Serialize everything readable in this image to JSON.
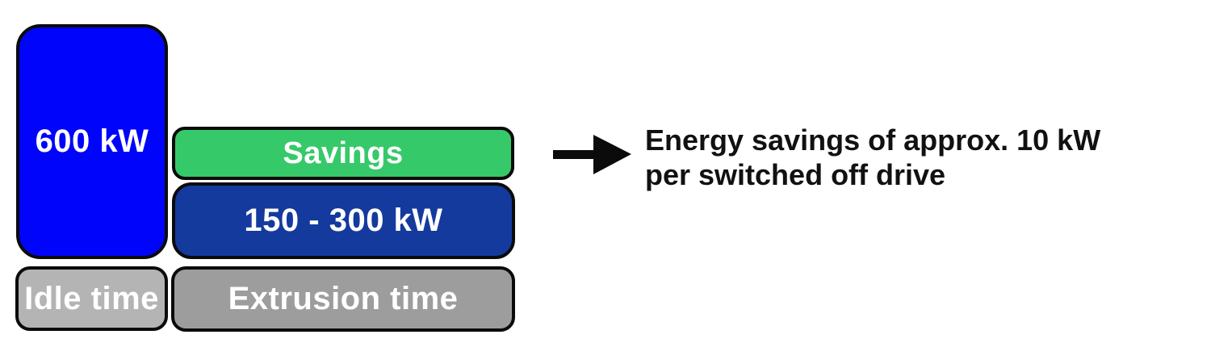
{
  "figure": {
    "bars": {
      "idle_power": {
        "label": "600 kW",
        "color": "#0104fb"
      },
      "savings": {
        "label": "Savings",
        "color": "#36c96a"
      },
      "extrusion_power": {
        "label": "150 - 300 kW",
        "color": "#143a9e"
      }
    },
    "time_axis": {
      "idle_time": {
        "label": "Idle time",
        "color": "#b4b4b4"
      },
      "extrusion_time": {
        "label": "Extrusion time",
        "color": "#9d9d9d"
      }
    },
    "annotation": {
      "arrow_icon": "right-arrow",
      "line1": "Energy savings of approx. 10 kW",
      "line2": "per switched off drive"
    },
    "colors": {
      "border": "#0b0b0b",
      "label_text": "#ffffff",
      "annotation_text": "#111111",
      "background": "#ffffff"
    }
  }
}
